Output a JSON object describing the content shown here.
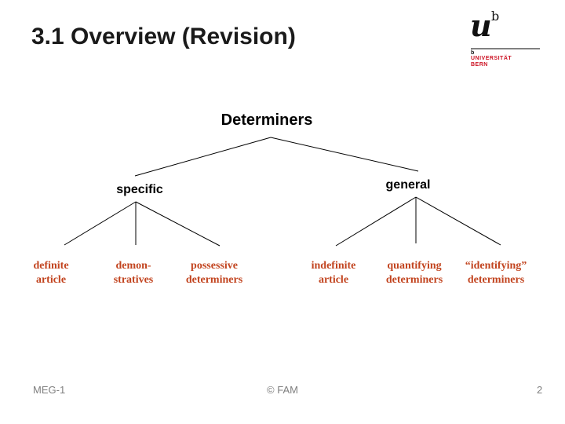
{
  "slide": {
    "title": "3.1 Overview (Revision)",
    "footer": {
      "left": "MEG-1",
      "center": "© FAM",
      "page_number": "2"
    }
  },
  "logo": {
    "wordmark": "u",
    "superscript": "b",
    "small_mark": "b",
    "institution_line1": "UNIVERSITÄT",
    "institution_line2": "BERN",
    "brand_red": "#cc1122",
    "divider_gray": "#808080"
  },
  "tree": {
    "root": "Determiners",
    "line_color": "#000000",
    "leaf_color": "#c2441f",
    "branches": [
      {
        "label": "specific",
        "children": [
          {
            "line1": "definite",
            "line2": "article"
          },
          {
            "line1": "demon-",
            "line2": "stratives"
          },
          {
            "line1": "possessive",
            "line2": "determiners"
          }
        ]
      },
      {
        "label": "general",
        "children": [
          {
            "line1": "indefinite",
            "line2": "article"
          },
          {
            "line1": "quantifying",
            "line2": "determiners"
          },
          {
            "line1": "“identifying”",
            "line2": "determiners"
          }
        ]
      }
    ]
  }
}
